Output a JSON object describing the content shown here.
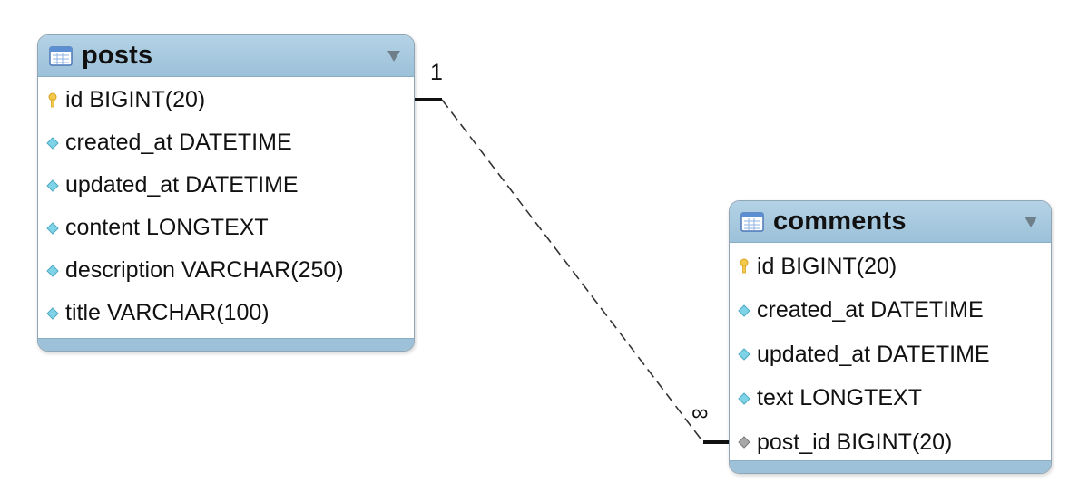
{
  "tables": [
    {
      "name": "posts",
      "columns": [
        {
          "label": "id BIGINT(20)",
          "kind": "primary-key"
        },
        {
          "label": "created_at DATETIME",
          "kind": "column"
        },
        {
          "label": "updated_at DATETIME",
          "kind": "column"
        },
        {
          "label": "content LONGTEXT",
          "kind": "column"
        },
        {
          "label": "description VARCHAR(250)",
          "kind": "column"
        },
        {
          "label": "title VARCHAR(100)",
          "kind": "column"
        }
      ]
    },
    {
      "name": "comments",
      "columns": [
        {
          "label": "id BIGINT(20)",
          "kind": "primary-key"
        },
        {
          "label": "created_at DATETIME",
          "kind": "column"
        },
        {
          "label": "updated_at DATETIME",
          "kind": "column"
        },
        {
          "label": "text LONGTEXT",
          "kind": "column"
        },
        {
          "label": "post_id BIGINT(20)",
          "kind": "foreign-key"
        }
      ]
    }
  ],
  "relationship": {
    "from": "posts",
    "to": "comments",
    "from_cardinality": "1",
    "to_cardinality": "∞",
    "line_style": "dashed"
  },
  "colors": {
    "header": "#9cc1d9",
    "border": "#8fa6b6",
    "key_icon": "#f2c94c",
    "column_icon": "#7fd3e6",
    "fk_icon": "#a8a8a8"
  },
  "icons": {
    "table": "table-icon",
    "menu": "dropdown-arrow-icon",
    "primary_key": "key-icon",
    "column": "column-diamond-icon",
    "foreign_key": "foreign-key-diamond-icon"
  }
}
